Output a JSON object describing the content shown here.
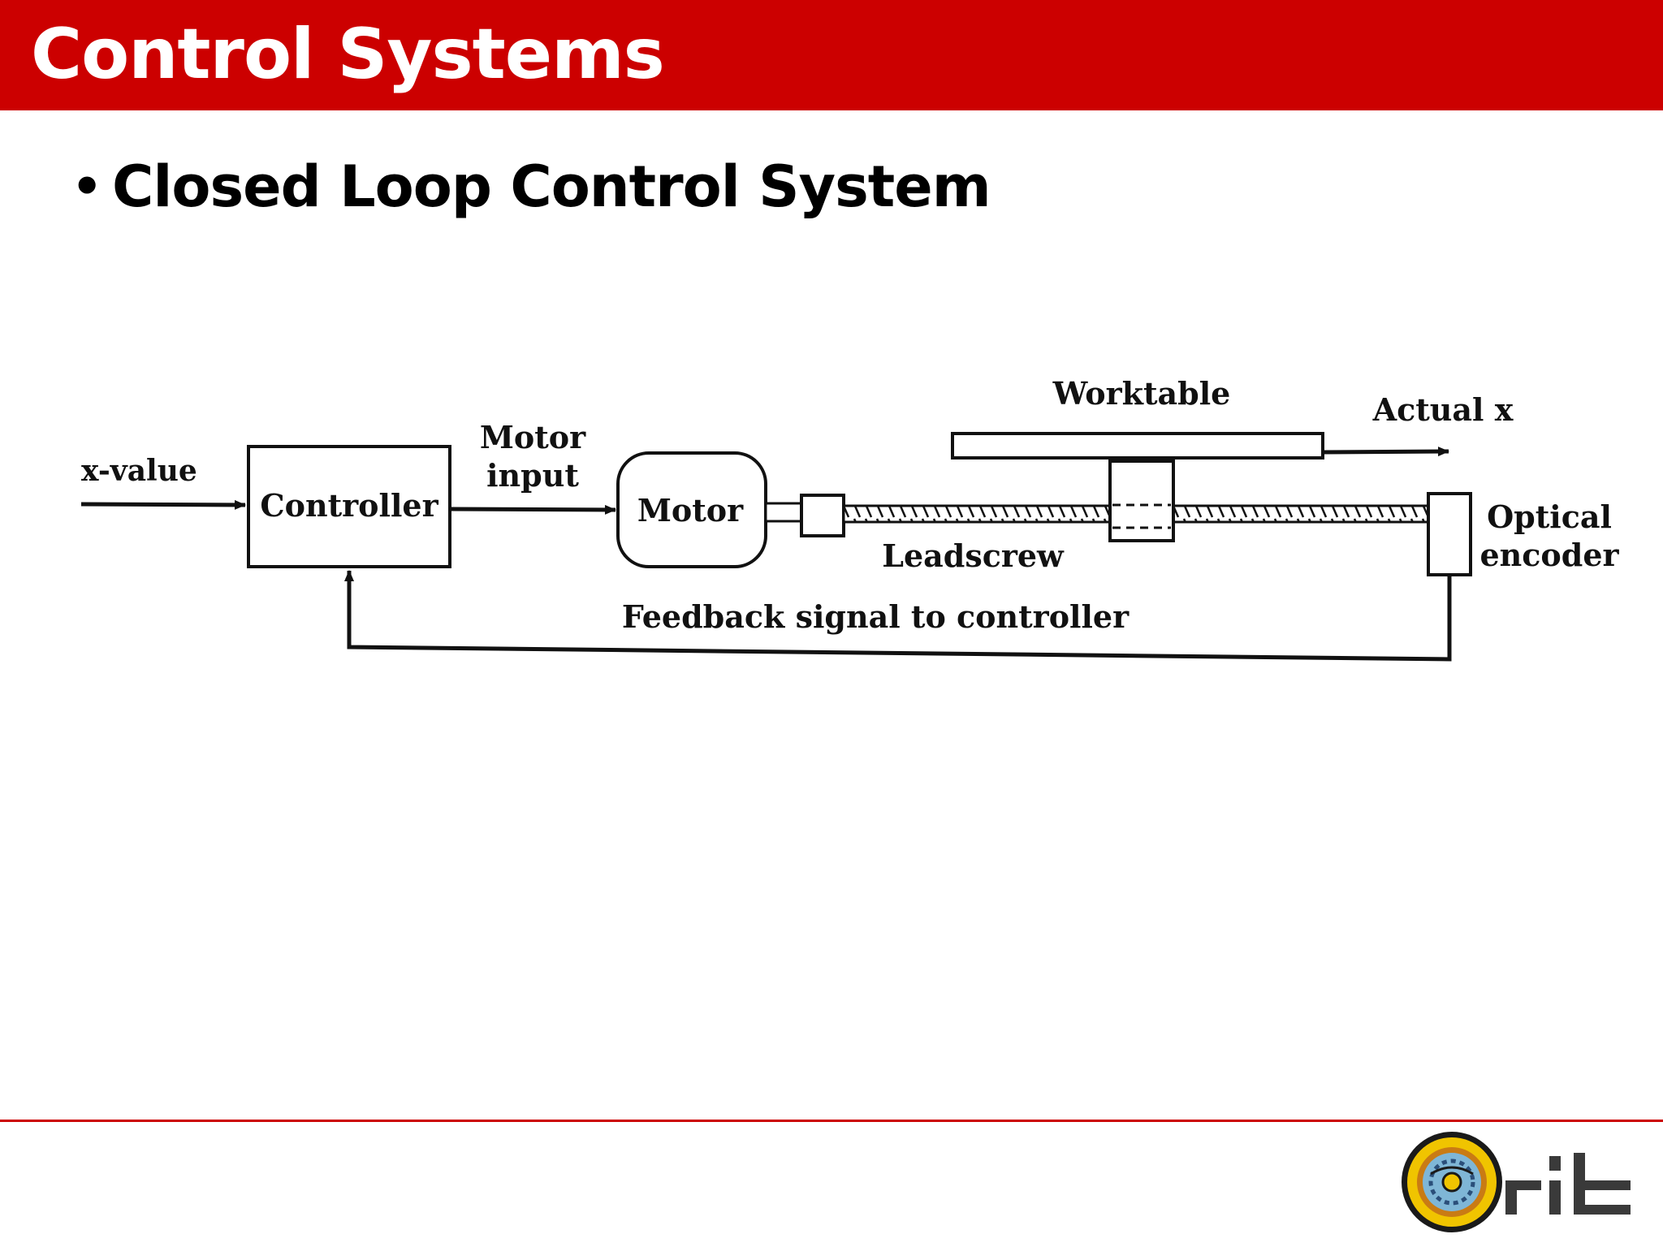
{
  "header": {
    "title": "Control Systems"
  },
  "content": {
    "bullet": "Closed Loop Control System"
  },
  "diagram": {
    "input_label": "x-value",
    "controller_label": "Controller",
    "motor_input_label_line1": "Motor",
    "motor_input_label_line2": "input",
    "motor_label": "Motor",
    "worktable_label": "Worktable",
    "actual_label": "Actual x",
    "leadscrew_label": "Leadscrew",
    "encoder_label_line1": "Optical",
    "encoder_label_line2": "encoder",
    "feedback_label": "Feedback signal to controller"
  },
  "logo": {
    "brand_text": "rit"
  },
  "colors": {
    "accent": "#cc0000",
    "text": "#111111"
  }
}
